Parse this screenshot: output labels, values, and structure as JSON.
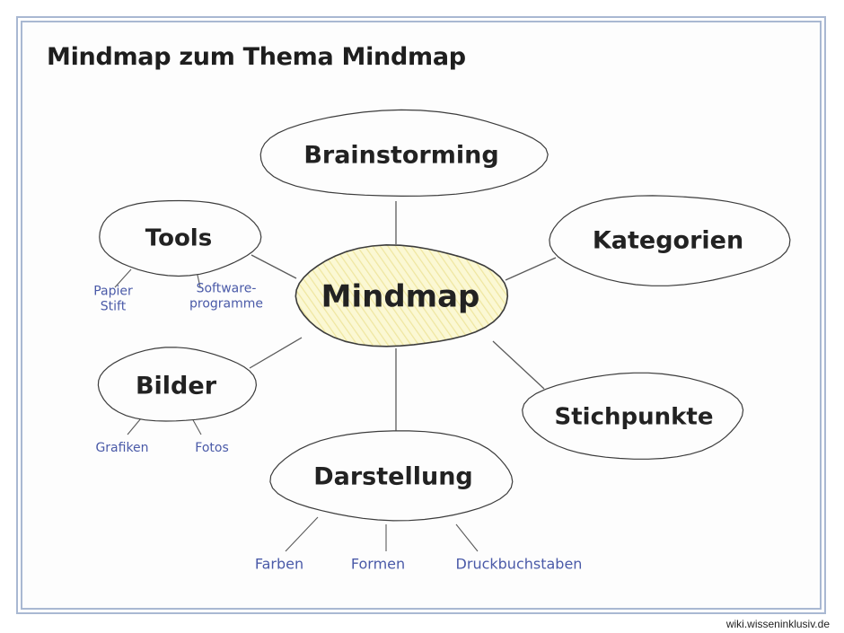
{
  "title": "Mindmap zum Thema Mindmap",
  "credit": "wiki.wisseninklusiv.de",
  "colors": {
    "frame": "#a9b8d2",
    "node_stroke": "#3c3c3c",
    "center_fill": "#faf6c8",
    "leaf_text": "#4a5aa8",
    "connector": "#5a5a5a"
  },
  "center": {
    "label": "Mindmap"
  },
  "branches": [
    {
      "id": "brainstorming",
      "label": "Brainstorming",
      "leaves": []
    },
    {
      "id": "kategorien",
      "label": "Kategorien",
      "leaves": []
    },
    {
      "id": "stichpunkte",
      "label": "Stichpunkte",
      "leaves": []
    },
    {
      "id": "darstellung",
      "label": "Darstellung",
      "leaves": [
        "Farben",
        "Formen",
        "Druckbuchstaben"
      ]
    },
    {
      "id": "bilder",
      "label": "Bilder",
      "leaves": [
        "Grafiken",
        "Fotos"
      ]
    },
    {
      "id": "tools",
      "label": "Tools",
      "leaves": [
        [
          "Papier",
          "Stift"
        ],
        [
          "Software-",
          "programme"
        ]
      ]
    }
  ]
}
